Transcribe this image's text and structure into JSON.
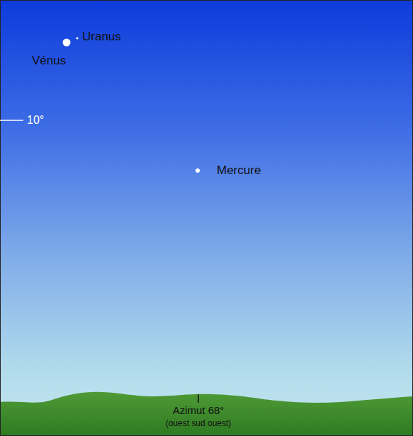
{
  "diagram": {
    "labels": [
      "Uranus",
      "Vénus",
      "10°",
      "Mercure",
      "Azimut 68°",
      "(ouest sud ouest)"
    ]
  }
}
